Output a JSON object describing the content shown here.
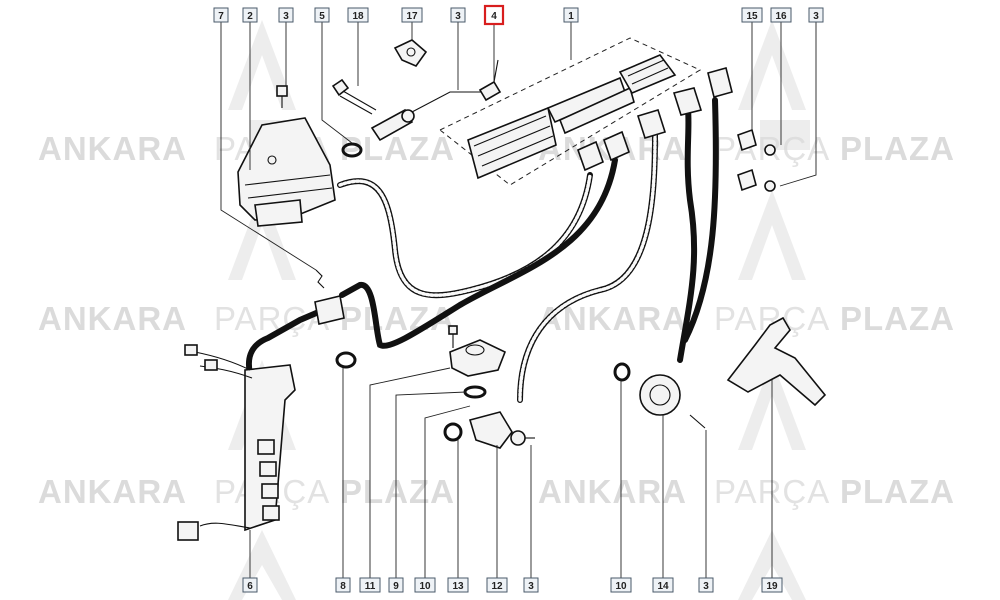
{
  "watermark": {
    "word1": "ANKARA",
    "word2": "PARÇA",
    "word3": "PLAZA"
  },
  "labels": {
    "top": [
      "7",
      "2",
      "3",
      "5",
      "18",
      "17",
      "3",
      "4",
      "1",
      "15",
      "16",
      "3"
    ],
    "bottom": [
      "6",
      "8",
      "11",
      "9",
      "10",
      "13",
      "12",
      "3",
      "10",
      "14",
      "3",
      "19"
    ]
  },
  "highlighted_label": "4",
  "colors": {
    "highlight": "#d81e1e",
    "label_fill": "#eef2f6",
    "line": "#111111",
    "watermark": "#cfcfcf"
  }
}
